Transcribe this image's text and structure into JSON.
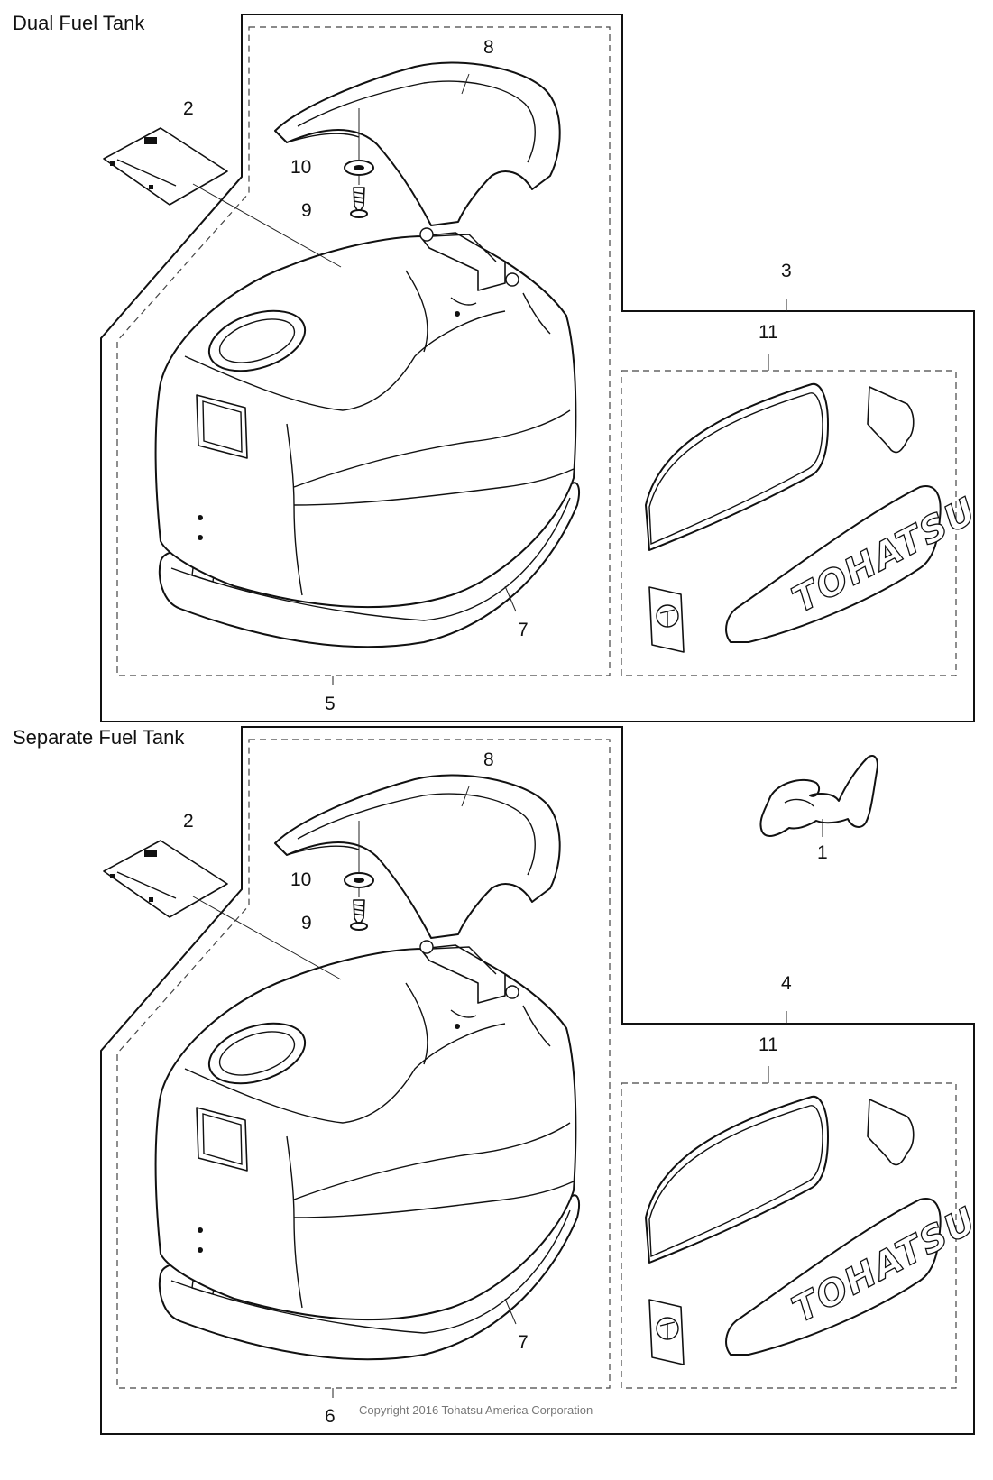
{
  "sections": [
    {
      "title": "Dual Fuel Tank",
      "labels": {
        "decal": "2",
        "cover": "8",
        "washer": "10",
        "screw": "9",
        "kit": "3",
        "decal_set": "11",
        "seal": "7",
        "assy": "5"
      },
      "logo_text": "TOHATSU"
    },
    {
      "title": "Separate Fuel Tank",
      "labels": {
        "decal": "2",
        "cover": "8",
        "washer": "10",
        "screw": "9",
        "kit": "4",
        "decal_set": "11",
        "seal": "7",
        "assy": "6",
        "emblem": "1"
      },
      "logo_text": "TOHATSU"
    }
  ],
  "copyright": "Copyright 2016 Tohatsu America Corporation"
}
